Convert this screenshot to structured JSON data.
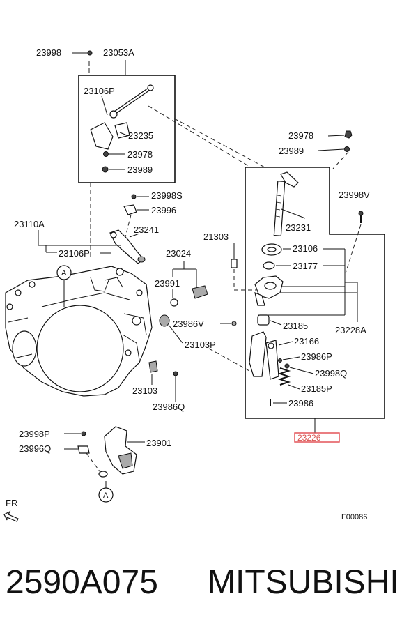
{
  "diagram": {
    "labels": {
      "p23998": "23998",
      "p23053A": "23053A",
      "p23106P_top": "23106P",
      "p23235": "23235",
      "p23978_left": "23978",
      "p23989_left": "23989",
      "p23978_right": "23978",
      "p23989_right": "23989",
      "p23998S": "23998S",
      "p23996": "23996",
      "p23110A": "23110A",
      "p23241": "23241",
      "p23106P_mid": "23106P",
      "p21303": "21303",
      "p23024": "23024",
      "p23991": "23991",
      "p23986V": "23986V",
      "p23103P": "23103P",
      "p23103": "23103",
      "p23986Q": "23986Q",
      "p23231": "23231",
      "p23998V": "23998V",
      "p23106": "23106",
      "p23177": "23177",
      "p23185": "23185",
      "p23228A": "23228A",
      "p23166": "23166",
      "p23986P": "23986P",
      "p23998Q": "23998Q",
      "p23185P": "23185P",
      "p23986": "23986",
      "p23226": "23226",
      "p23998P": "23998P",
      "p23996Q": "23996Q",
      "p23901": "23901",
      "fr": "FR",
      "code": "F00086"
    },
    "callouts": {
      "a_top": "A",
      "a_bottom": "A"
    },
    "highlight_color": "#e0474c"
  },
  "footer": {
    "part_number": "2590A075",
    "brand": "MITSUBISHI"
  }
}
